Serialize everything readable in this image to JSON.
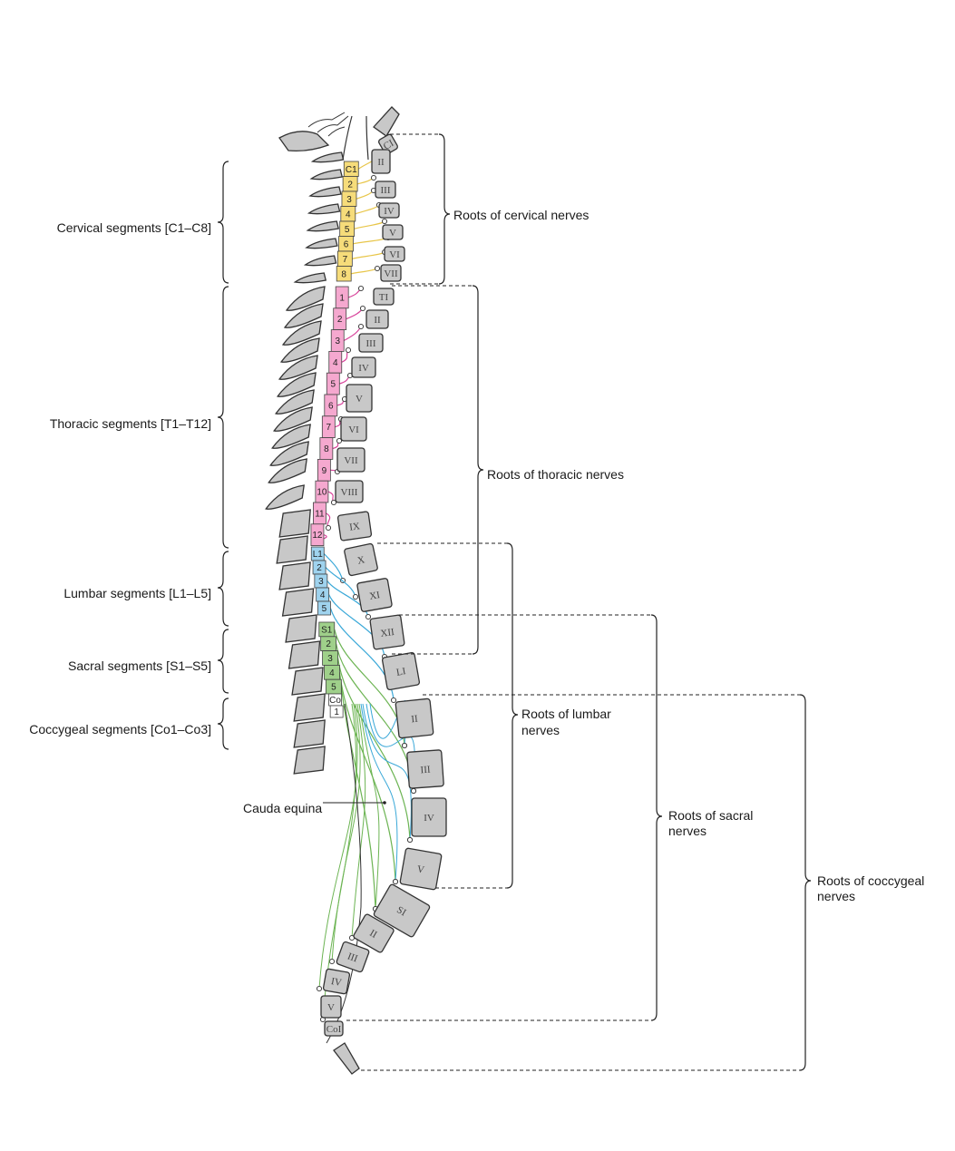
{
  "colors": {
    "cervical": "#f6dc7a",
    "cervical_nerve": "#e8c64a",
    "thoracic": "#f5a8cf",
    "thoracic_nerve": "#d8429a",
    "lumbar": "#9fd3ee",
    "lumbar_nerve": "#3aa8d8",
    "sacral": "#9fd08a",
    "sacral_nerve": "#6cb453",
    "bone": "#c8c8c8",
    "outline": "#333333"
  },
  "left_labels": {
    "cervical": "Cervical segments [C1–C8]",
    "thoracic": "Thoracic segments [T1–T12]",
    "lumbar": "Lumbar segments [L1–L5]",
    "sacral": "Sacral segments [S1–S5]",
    "coccygeal": "Coccygeal segments [Co1–Co3]",
    "cauda": "Cauda equina"
  },
  "right_labels": {
    "cervical": "Roots of cervical nerves",
    "thoracic": "Roots of thoracic nerves",
    "lumbar_line1": "Roots of lumbar",
    "lumbar_line2": "nerves",
    "sacral_line1": "Roots of sacral",
    "sacral_line2": "nerves",
    "coccygeal_line1": "Roots of coccygeal",
    "coccygeal_line2": "nerves"
  },
  "segments": {
    "cervical": [
      "C1",
      "2",
      "3",
      "4",
      "5",
      "6",
      "7",
      "8"
    ],
    "thoracic": [
      "1",
      "2",
      "3",
      "4",
      "5",
      "6",
      "7",
      "8",
      "9",
      "10",
      "11",
      "12"
    ],
    "lumbar": [
      "L1",
      "2",
      "3",
      "4",
      "5"
    ],
    "sacral": [
      "S1",
      "2",
      "3",
      "4",
      "5"
    ],
    "coccygeal": [
      "Co",
      "1"
    ]
  },
  "vertebra_labels": {
    "cervical": [
      "CI",
      "II",
      "III",
      "IV",
      "V",
      "VI",
      "VII"
    ],
    "thoracic": [
      "TI",
      "II",
      "III",
      "IV",
      "V",
      "VI",
      "VII",
      "VIII",
      "IX",
      "X",
      "XI",
      "XII"
    ],
    "lumbar": [
      "LI",
      "II",
      "III",
      "IV",
      "V"
    ],
    "sacral": [
      "SI",
      "II",
      "III",
      "IV",
      "V"
    ],
    "coccygeal": [
      "CoI"
    ]
  }
}
